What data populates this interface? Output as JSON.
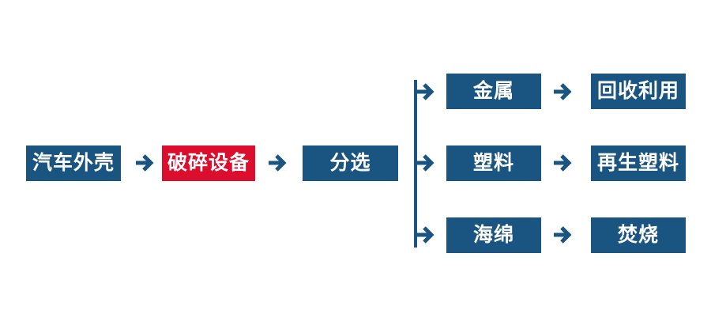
{
  "colors": {
    "blue": "#1A5480",
    "red": "#DC0E2D",
    "text_on_box": "#FFFFFF",
    "background": "#FFFFFF"
  },
  "icons": {
    "arrow_right": "→"
  },
  "flow": {
    "main_nodes": [
      {
        "label": "汽车外壳",
        "color": "blue"
      },
      {
        "label": "破碎设备",
        "color": "red"
      },
      {
        "label": "分选",
        "color": "blue"
      }
    ],
    "branches": [
      {
        "material": "金属",
        "outcome": "回收利用"
      },
      {
        "material": "塑料",
        "outcome": "再生塑料"
      },
      {
        "material": "海绵",
        "outcome": "焚烧"
      }
    ]
  }
}
